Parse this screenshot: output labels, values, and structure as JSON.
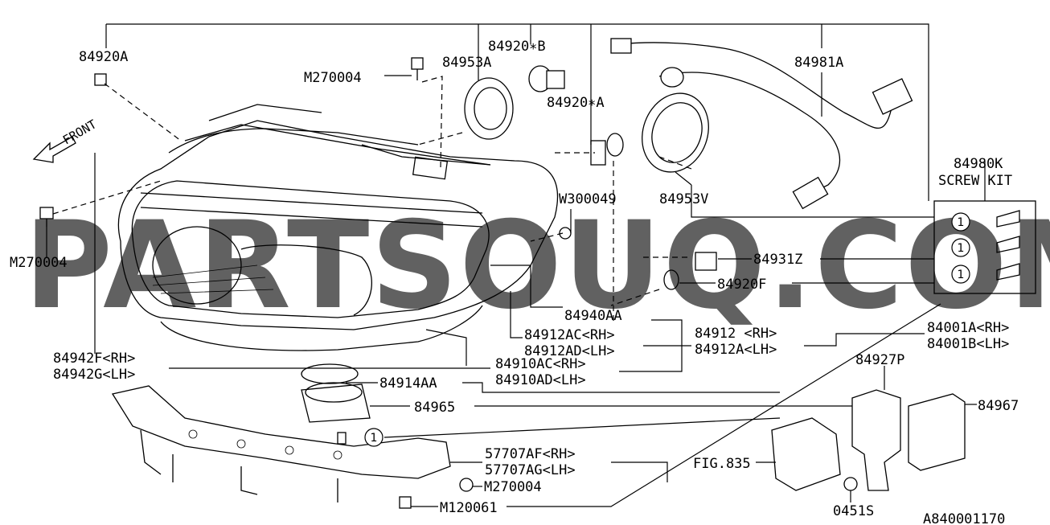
{
  "labels": {
    "p84920A": "84920A",
    "pM270004_top": "M270004",
    "p84953A": "84953A",
    "p84920B": "84920∗B",
    "p84920A2": "84920∗A",
    "p84981A": "84981A",
    "p84980K": "84980K",
    "screw_kit": "SCREW KIT",
    "p84953V": "84953V",
    "pW300049": "W300049",
    "pM270004_left": "M270004",
    "p84931Z": "84931Z",
    "p84920F": "84920F",
    "p84940AA": "84940AA",
    "p84912_rh": "84912 <RH>",
    "p84912A_lh": "84912A<LH>",
    "p84001A_rh": "84001A<RH>",
    "p84001B_lh": "84001B<LH>",
    "p84912AC_rh": "84912AC<RH>",
    "p84912AD_lh": "84912AD<LH>",
    "p84942F_rh": "84942F<RH>",
    "p84942G_lh": "84942G<LH>",
    "p84910AC_rh": "84910AC<RH>",
    "p84910AD_lh": "84910AD<LH>",
    "p84927P": "84927P",
    "p84914AA": "84914AA",
    "p84965": "84965",
    "p84967": "84967",
    "p57707AF_rh": "57707AF<RH>",
    "p57707AG_lh": "57707AG<LH>",
    "fig835": "FIG.835",
    "pM270004_bottom": "M270004",
    "pM120061": "M120061",
    "p0451S": "0451S",
    "diagram_id": "A840001170",
    "front": "FRONT"
  },
  "callouts": {
    "c1": "1",
    "c2": "1",
    "c3": "1",
    "c4": "1"
  },
  "watermark": "PARTSOUQ.COM"
}
